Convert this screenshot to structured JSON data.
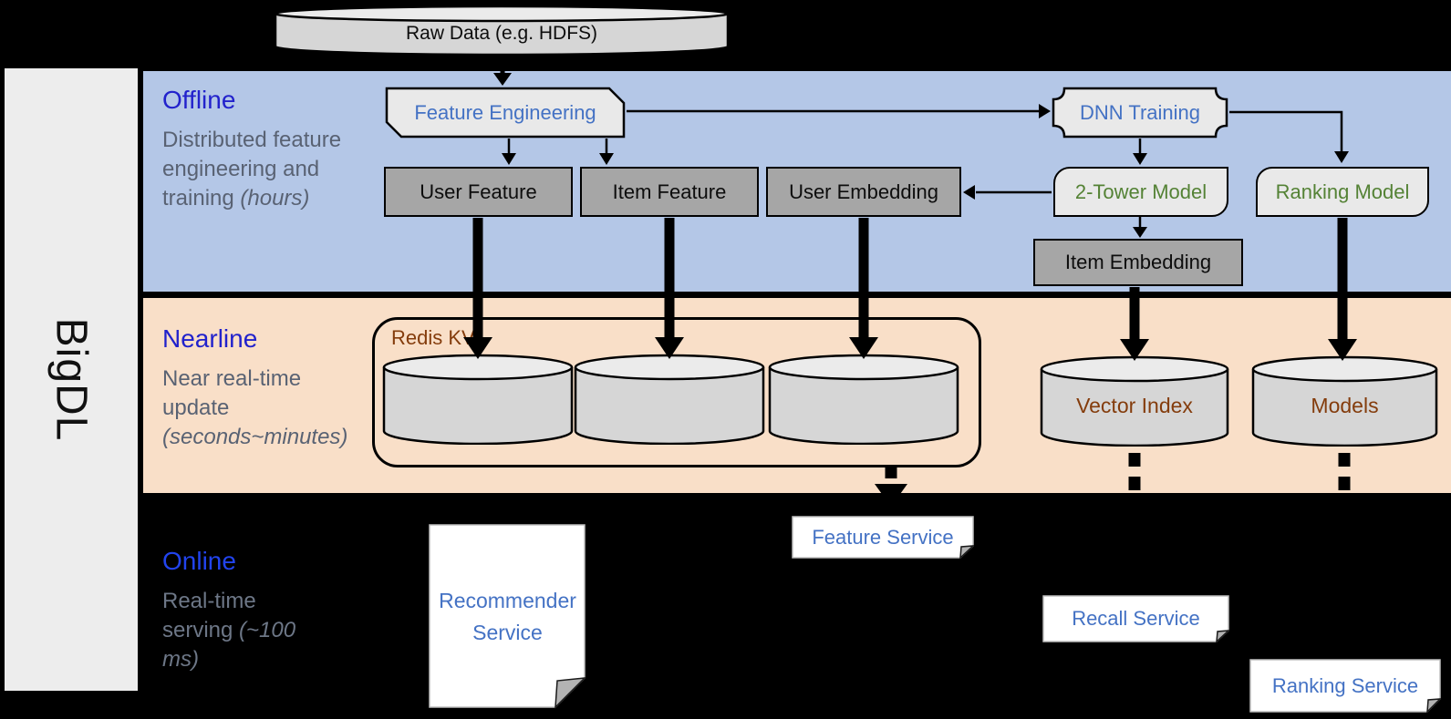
{
  "sidebar": {
    "brand": "BigDL"
  },
  "raw_data": {
    "label": "Raw Data (e.g. HDFS)"
  },
  "offline": {
    "title": "Offline",
    "desc": "Distributed feature engineering and training ",
    "desc_italic": "(hours)",
    "feature_engineering": "Feature Engineering",
    "dnn_training": "DNN Training",
    "user_feature": "User Feature",
    "item_feature": "Item Feature",
    "user_embedding": "User Embedding",
    "two_tower_model": "2-Tower Model",
    "ranking_model": "Ranking Model",
    "item_embedding": "Item Embedding"
  },
  "nearline": {
    "title": "Nearline",
    "desc": "Near real-time update ",
    "desc_italic": "(seconds~minutes)",
    "redis_kv": "Redis KV",
    "vector_index": "Vector Index",
    "models": "Models"
  },
  "online": {
    "title": "Online",
    "desc": "Real-time serving ",
    "desc_italic": "(~100 ms)",
    "recommender_service": "Recommender Service",
    "feature_service": "Feature Service",
    "recall_service": "Recall Service",
    "ranking_service": "Ranking Service"
  },
  "colors": {
    "background": "#000000",
    "offline_band": "#b4c7e7",
    "nearline_band": "#f9dfc8",
    "sidebar_bg": "#ededed",
    "section_title_blue": "#2222cc",
    "online_title_blue": "#2244ee",
    "desc_gray": "#596273",
    "node_text_blue": "#4472c4",
    "node_text_green": "#548235",
    "node_text_brown": "#843c0c",
    "box_light": "#e9e9e9",
    "box_gray": "#a6a6a6",
    "cylinder_fill": "#d6d6d6"
  }
}
